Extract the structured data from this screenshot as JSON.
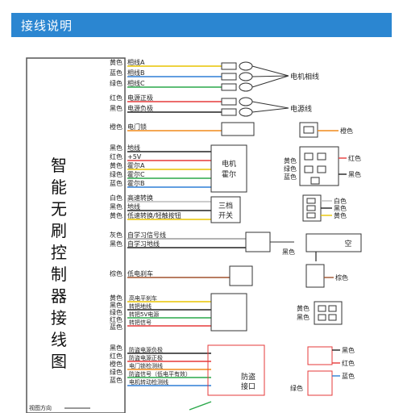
{
  "header": {
    "title": "接线说明"
  },
  "side_title": [
    "智",
    "能",
    "无",
    "刷",
    "控",
    "制",
    "器",
    "接",
    "线",
    "图"
  ],
  "colors": {
    "header_bg": "#2b86d1",
    "yellow": "#e8c400",
    "blue": "#2e7fd6",
    "green": "#2aa84a",
    "red": "#e63a3a",
    "black": "#222222",
    "orange": "#f08a1c",
    "white": "#bbbbbb",
    "gray": "#999999",
    "brown": "#a0522d"
  },
  "groups": {
    "motor_phase": {
      "colors_label": [
        "黄色",
        "蓝色",
        "绿色"
      ],
      "signals": [
        "相线A",
        "相线B",
        "相线C"
      ],
      "target": "电机相线"
    },
    "power": {
      "colors_label": [
        "红色",
        "黑色"
      ],
      "signals": [
        "电源正极",
        "电源负极"
      ],
      "target": "电源线"
    },
    "door_lock": {
      "colors_label": [
        "橙色"
      ],
      "signals": [
        "电门锁"
      ],
      "target_color": "橙色"
    },
    "hall": {
      "colors_label": [
        "黑色",
        "红色",
        "黄色",
        "绿色",
        "蓝色"
      ],
      "signals": [
        "地线",
        "+5V",
        "霍尔A",
        "霍尔C",
        "霍尔B"
      ],
      "box": [
        "电机",
        "霍尔"
      ],
      "connector_colors_left": [
        "黄色",
        "绿色",
        "蓝色"
      ],
      "connector_colors_right": [
        "红色",
        "黑色"
      ]
    },
    "three_speed": {
      "colors_label": [
        "白色",
        "黑色",
        "黄色"
      ],
      "signals": [
        "高速转换",
        "地线",
        "低速转换/轻触按钮"
      ],
      "box": [
        "三档",
        "开关"
      ],
      "connector_colors": [
        "白色",
        "黑色",
        "黄色"
      ]
    },
    "learn": {
      "colors_label": [
        "灰色",
        "黑色"
      ],
      "signals": [
        "自学习信号线",
        "自学习地线"
      ],
      "connector_color": "黑色",
      "empty_label": "空"
    },
    "brake_low": {
      "colors_label": [
        "棕色"
      ],
      "signals": [
        "低电刹车"
      ],
      "connector_color": "棕色"
    },
    "throttle": {
      "colors_label": [
        "黄色",
        "黑色",
        "绿色",
        "红色",
        "蓝色"
      ],
      "signals": [
        "高电平刹车",
        "转把地线",
        "转把5V电源",
        "转把信号"
      ],
      "connector_colors": [
        "黄色",
        "黑色"
      ]
    },
    "anti_theft": {
      "colors_label": [
        "黑色",
        "红色",
        "橙色",
        "绿色",
        "蓝色"
      ],
      "signals": [
        "防盗电源负极",
        "防盗电源正极",
        "电门锁检测线",
        "防盗信号（低电平有效）",
        "电机转动检测线"
      ],
      "box": [
        "防盗",
        "接口"
      ],
      "connector_colors_right": [
        "黑色",
        "红色",
        "蓝色"
      ],
      "connector_colors_left": [
        "绿色"
      ]
    },
    "bottom_label": "视图方向"
  }
}
